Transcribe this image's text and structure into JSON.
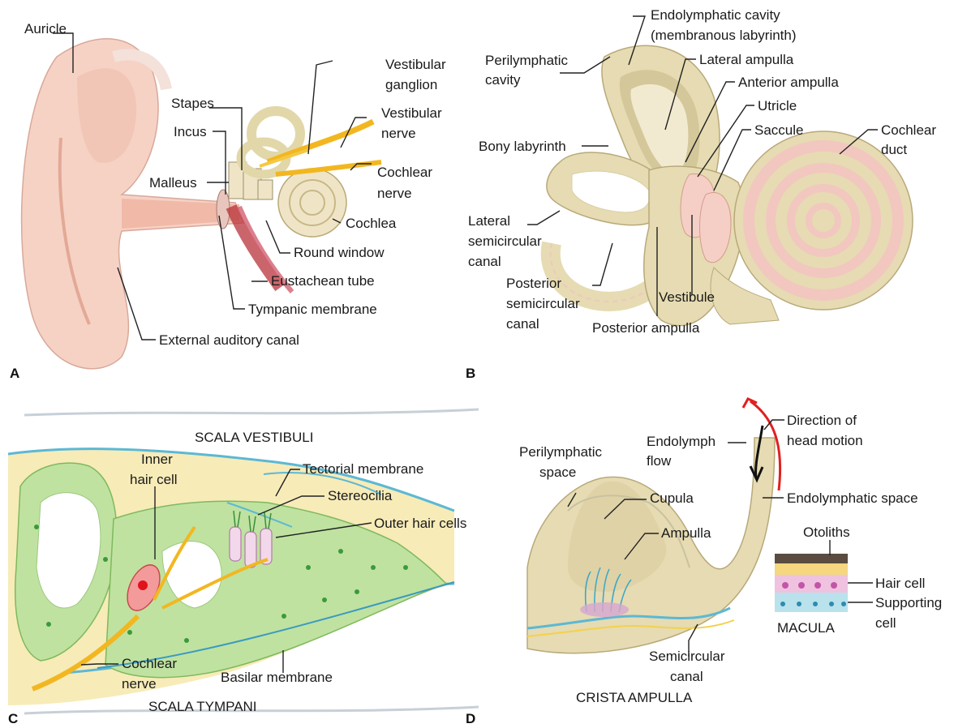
{
  "panels": {
    "a": {
      "letter": "A",
      "labels": {
        "auricle": "Auricle",
        "stapes": "Stapes",
        "incus": "Incus",
        "malleus": "Malleus",
        "vestibular_ganglion_1": "Vestibular",
        "vestibular_ganglion_2": "ganglion",
        "vestibular_nerve_1": "Vestibular",
        "vestibular_nerve_2": "nerve",
        "cochlear_nerve_1": "Cochlear",
        "cochlear_nerve_2": "nerve",
        "cochlea": "Cochlea",
        "round_window": "Round window",
        "eustachean_tube": "Eustachean tube",
        "tympanic_membrane": "Tympanic membrane",
        "external_auditory_canal": "External auditory canal"
      }
    },
    "b": {
      "letter": "B",
      "labels": {
        "endolymphatic_1": "Endolymphatic cavity",
        "endolymphatic_2": "(membranous labyrinth)",
        "perilymphatic_1": "Perilymphatic",
        "perilymphatic_2": "cavity",
        "lateral_ampulla": "Lateral ampulla",
        "anterior_ampulla": "Anterior ampulla",
        "utricle": "Utricle",
        "saccule": "Saccule",
        "cochlear_duct_1": "Cochlear",
        "cochlear_duct_2": "duct",
        "bony_labyrinth": "Bony labyrinth",
        "lateral_canal_1": "Lateral",
        "lateral_canal_2": "semicircular",
        "lateral_canal_3": "canal",
        "posterior_canal_1": "Posterior",
        "posterior_canal_2": "semicircular",
        "posterior_canal_3": "canal",
        "vestibule": "Vestibule",
        "posterior_ampulla": "Posterior ampulla"
      }
    },
    "c": {
      "letter": "C",
      "labels": {
        "scala_vestibuli": "SCALA VESTIBULI",
        "inner_hair_1": "Inner",
        "inner_hair_2": "hair cell",
        "tectorial": "Tectorial membrane",
        "stereocilia": "Stereocilia",
        "outer_hair": "Outer hair cells",
        "cochlear_nerve_1": "Cochlear",
        "cochlear_nerve_2": "nerve",
        "basilar": "Basilar membrane",
        "scala_tympani": "SCALA TYMPANI"
      }
    },
    "d": {
      "letter": "D",
      "labels": {
        "direction_1": "Direction of",
        "direction_2": "head motion",
        "endolymph_flow_1": "Endolymph",
        "endolymph_flow_2": "flow",
        "perilymphatic_1": "Perilymphatic",
        "perilymphatic_2": "space",
        "cupula": "Cupula",
        "endolymphatic_space": "Endolymphatic space",
        "ampulla": "Ampulla",
        "otoliths": "Otoliths",
        "hair_cell": "Hair cell",
        "supporting_1": "Supporting",
        "supporting_2": "cell",
        "macula": "MACULA",
        "semicircular_1": "Semicircular",
        "semicircular_2": "canal",
        "crista": "CRISTA AMPULLA"
      }
    }
  }
}
